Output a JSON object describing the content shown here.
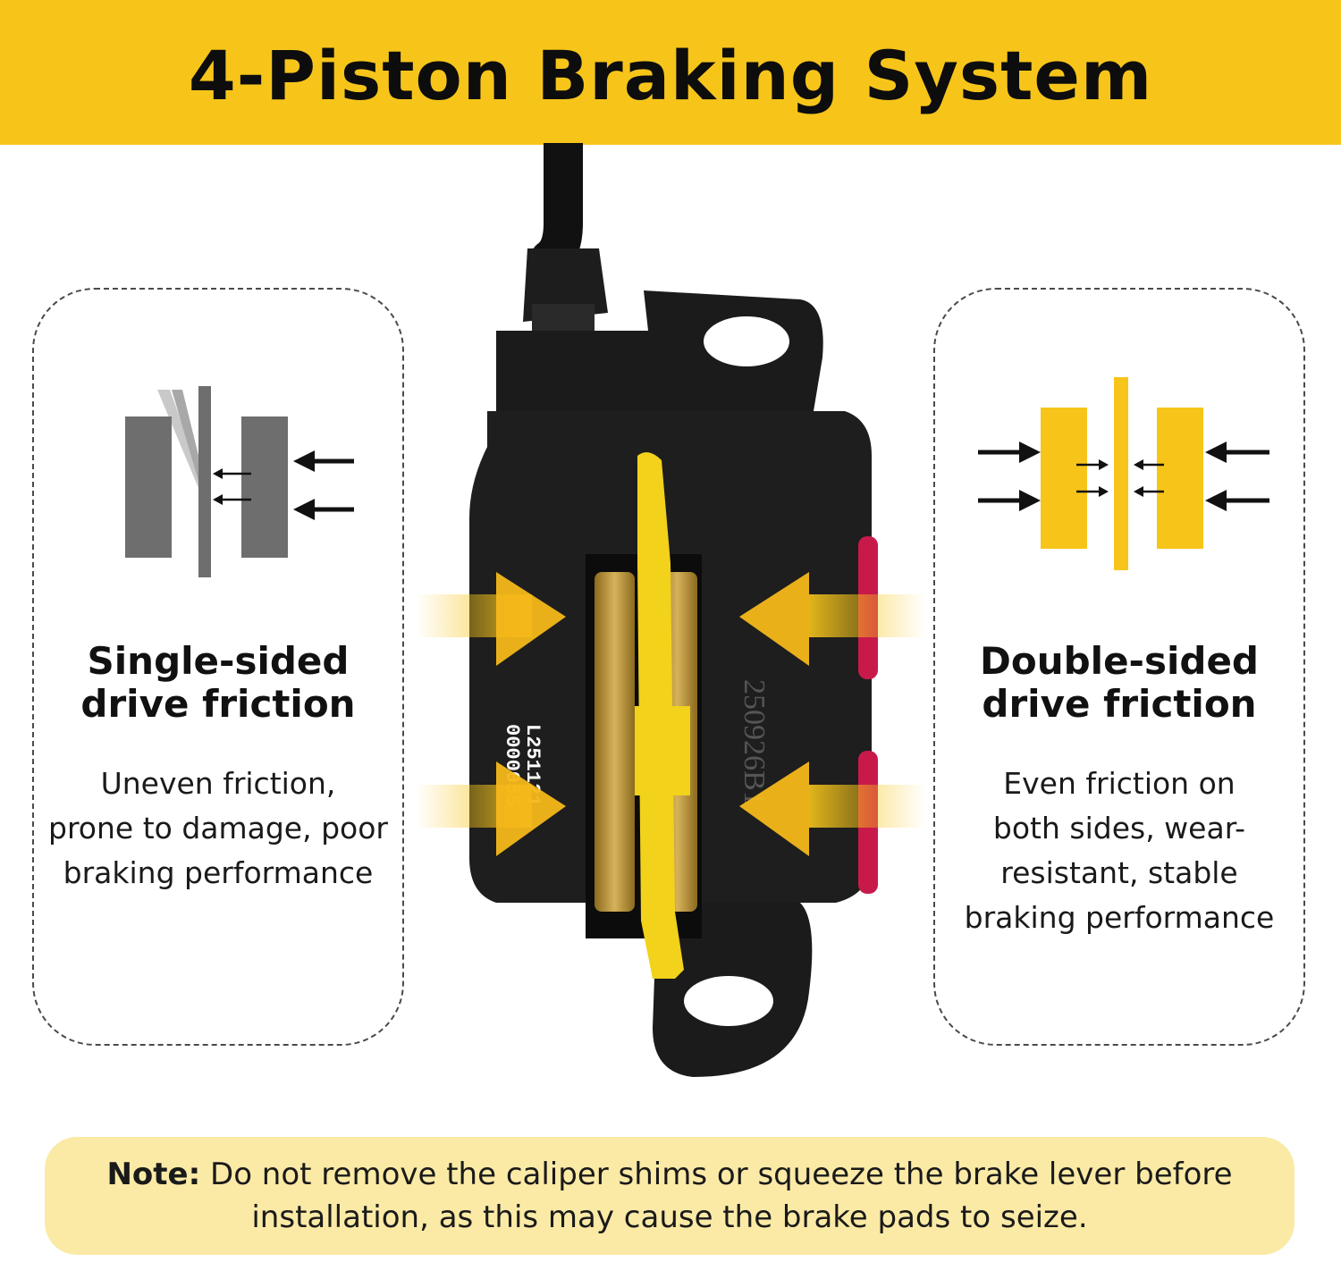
{
  "title": "4-Piston Braking System",
  "left_card": {
    "heading_line1": "Single-sided",
    "heading_line2": "drive friction",
    "body_line1": "Uneven friction,",
    "body_line2": "prone to damage, poor",
    "body_line3": "braking performance"
  },
  "right_card": {
    "heading_line1": "Double-sided",
    "heading_line2": "drive friction",
    "body_line1": "Even friction on",
    "body_line2": "both sides, wear-",
    "body_line3": "resistant, stable",
    "body_line4": "braking performance"
  },
  "caliper": {
    "serial_a": "L251121",
    "serial_b": "0000055",
    "serial_c": "250926B1"
  },
  "note": {
    "label": "Note:",
    "text_line1": "Do not remove the caliper shims or squeeze the brake lever before",
    "text_line2": "installation, as this may cause the brake pads to seize."
  },
  "colors": {
    "banner": "#f7c51a",
    "accent_yellow": "#f7c51a",
    "gray_pad": "#6e6e6e",
    "note_bg": "#fbeaa6"
  }
}
